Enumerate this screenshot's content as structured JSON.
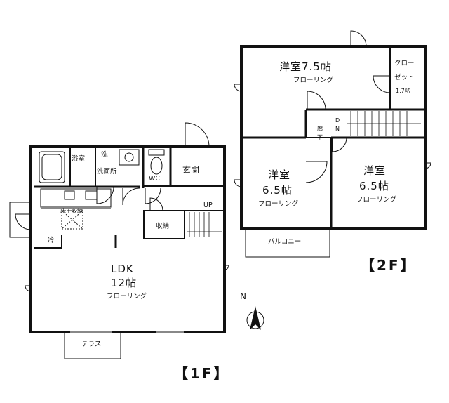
{
  "floors": {
    "first": "【1F】",
    "second": "【2F】"
  },
  "rooms_1f": {
    "bath": "浴室",
    "wash_mark": "洗",
    "washroom": "洗面所",
    "wc": "WC",
    "entrance": "玄関",
    "up": "UP",
    "underfloor": "床下収納",
    "storage": "収納",
    "fridge": "冷",
    "ldk": "LDK",
    "ldk_size": "12帖",
    "ldk_floor": "フローリング",
    "terrace": "テラス"
  },
  "rooms_2f": {
    "r1": "洋室7.5帖",
    "r1_floor": "フローリング",
    "closet_1": "クロー",
    "closet_2": "ゼット",
    "closet_size": "1.7帖",
    "hall_1": "廊",
    "hall_2": "下",
    "dn_1": "D",
    "dn_2": "N",
    "r2": "洋室",
    "r2_size": "6.5帖",
    "r2_floor": "フローリング",
    "r3": "洋室",
    "r3_size": "6.5帖",
    "r3_floor": "フローリング",
    "balcony": "バルコニー"
  },
  "compass": "N"
}
